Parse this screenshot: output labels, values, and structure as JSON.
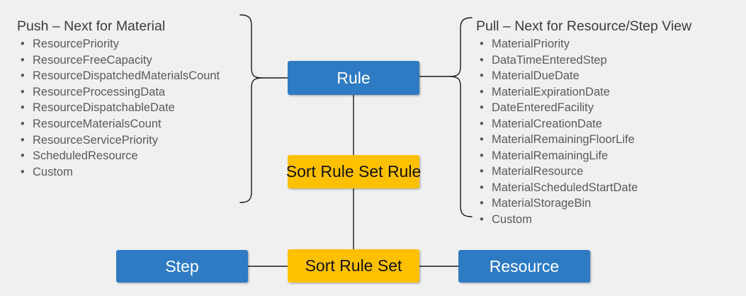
{
  "diagram": {
    "background_color": "#f0f0f0",
    "colors": {
      "blue": "#2e7bc4",
      "yellow": "#ffc000",
      "line": "#1a1a1a",
      "title_text": "#3b3b3b",
      "bullet_text": "#5a5a5a"
    }
  },
  "push_column": {
    "title": "Push – Next for Material",
    "bullet": "•",
    "items": [
      "ResourcePriority",
      "ResourceFreeCapacity",
      "ResourceDispatchedMaterialsCount",
      "ResourceProcessingData",
      "ResourceDispatchableDate",
      "ResourceMaterialsCount",
      "ResourceServicePriority",
      "ScheduledResource",
      "Custom"
    ]
  },
  "pull_column": {
    "title": "Pull – Next for Resource/Step View",
    "bullet": "•",
    "items": [
      "MaterialPriority",
      "DataTimeEnteredStep",
      "MaterialDueDate",
      "MaterialExpirationDate",
      "DateEnteredFacility",
      "MaterialCreationDate",
      "MaterialRemainingFloorLife",
      "MaterialRemainingLife",
      "MaterialResource",
      "MaterialScheduledStartDate",
      "MaterialStorageBin",
      "Custom"
    ]
  },
  "nodes": {
    "rule": "Rule",
    "sort_rule_set_rule": "Sort Rule Set Rule",
    "sort_rule_set": "Sort Rule Set",
    "step": "Step",
    "resource": "Resource"
  }
}
